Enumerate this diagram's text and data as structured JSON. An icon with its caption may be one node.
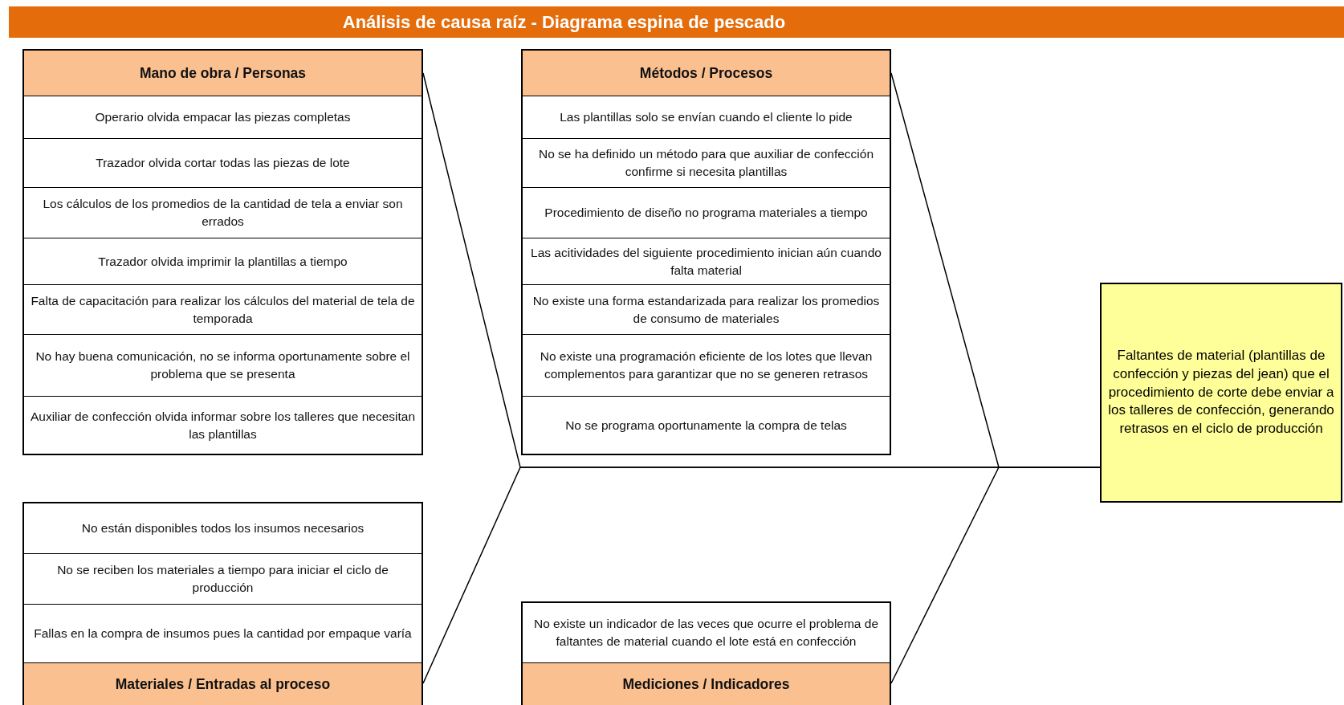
{
  "diagram": {
    "title": "Análisis de causa raíz - Diagrama espina de pescado",
    "nodes": [
      {
        "text": [
          "Mano de obra / Personas",
          "Operario olvida empacar las piezas completas",
          "Trazador olvida cortar todas las piezas de lote",
          "Los cálculos de los promedios de la cantidad de tela a enviar son errados",
          "Trazador olvida imprimir la plantillas a tiempo",
          "Falta de capacitación para realizar los cálculos del material de tela de temporada",
          "No hay buena comunicación, no se informa oportunamente sobre el problema que se presenta",
          "Auxiliar de confección olvida informar sobre los talleres que necesitan las plantillas"
        ]
      },
      {
        "text": [
          "Métodos / Procesos",
          "Las plantillas solo se envían cuando el cliente lo pide",
          "No se ha definido un método para que auxiliar de confección confirme si necesita plantillas",
          "Procedimiento de diseño no programa materiales a tiempo",
          "Las acitividades del siguiente procedimiento inician aún cuando falta material",
          "No existe una forma estandarizada para realizar los promedios de consumo de materiales",
          "No existe una programación eficiente de los lotes que llevan complementos para garantizar que no se generen retrasos",
          "No se programa oportunamente la compra de telas"
        ]
      },
      {
        "text": [
          "No están disponibles todos los insumos necesarios",
          "No se reciben los materiales a tiempo para iniciar el ciclo de producción",
          "Fallas en la compra de insumos pues la cantidad por empaque varía",
          "Materiales / Entradas al proceso"
        ]
      },
      {
        "text": [
          "No existe un indicador de las veces que ocurre el problema de faltantes de material cuando el lote está en confección",
          "Mediciones / Indicadores"
        ]
      },
      {
        "text": [
          "Faltantes de material (plantillas de confección y piezas del jean) que el procedimiento de corte debe enviar a los talleres de confección, generando retrasos en el ciclo de producción"
        ]
      }
    ],
    "edges": [
      {
        "from": 0,
        "to": 4,
        "arrow": "none"
      },
      {
        "from": 1,
        "to": 4,
        "arrow": "none"
      },
      {
        "from": 2,
        "to": 4,
        "arrow": "none"
      },
      {
        "from": 3,
        "to": 4,
        "arrow": "none"
      }
    ]
  }
}
